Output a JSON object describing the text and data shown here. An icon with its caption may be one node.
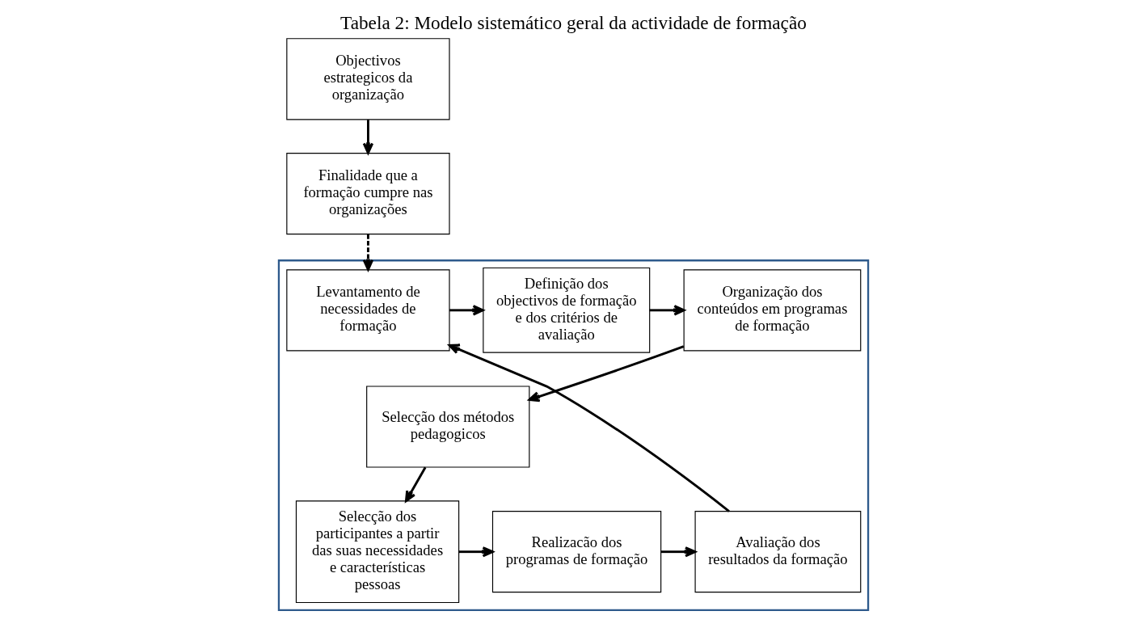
{
  "diagram": {
    "title": "Tabela 2: Modelo sistemático geral da actividade de formação",
    "nodes": [
      {
        "text": [
          "Objectivos estrategicos da organização"
        ]
      },
      {
        "text": [
          "Finalidade que a formação cumpre nas organizações"
        ]
      },
      {
        "text": [],
        "shape": "box"
      },
      {
        "text": [
          "Levantamento de necessidades de formação"
        ],
        "in": 2
      },
      {
        "text": [
          "Definição dos objectivos de formação e dos critérios de avaliação"
        ],
        "in": 2
      },
      {
        "text": [
          "Organização dos conteúdos em programas de formação"
        ],
        "in": 2
      },
      {
        "text": [
          "Selecção dos métodos pedagogicos"
        ],
        "in": 2
      },
      {
        "text": [
          "Selecção dos participantes a partir das suas necessidades e características pessoas"
        ],
        "in": 2
      },
      {
        "text": [
          "Realizacão dos programas de formação"
        ],
        "in": 2
      },
      {
        "text": [
          "Avaliação dos resultados da formação"
        ],
        "in": 2
      }
    ],
    "edges": [
      {
        "from": 0,
        "to": 1,
        "arrow": "to"
      },
      {
        "from": 1,
        "to": 3,
        "arrow": "to",
        "style": "dashed"
      },
      {
        "from": 3,
        "to": 4,
        "arrow": "to"
      },
      {
        "from": 4,
        "to": 5,
        "arrow": "to"
      },
      {
        "from": 5,
        "to": 6,
        "arrow": "to"
      },
      {
        "from": 6,
        "to": 7,
        "arrow": "to"
      },
      {
        "from": 7,
        "to": 8,
        "arrow": "to"
      },
      {
        "from": 8,
        "to": 9,
        "arrow": "to"
      },
      {
        "from": 9,
        "to": 3,
        "arrow": "to"
      }
    ]
  }
}
